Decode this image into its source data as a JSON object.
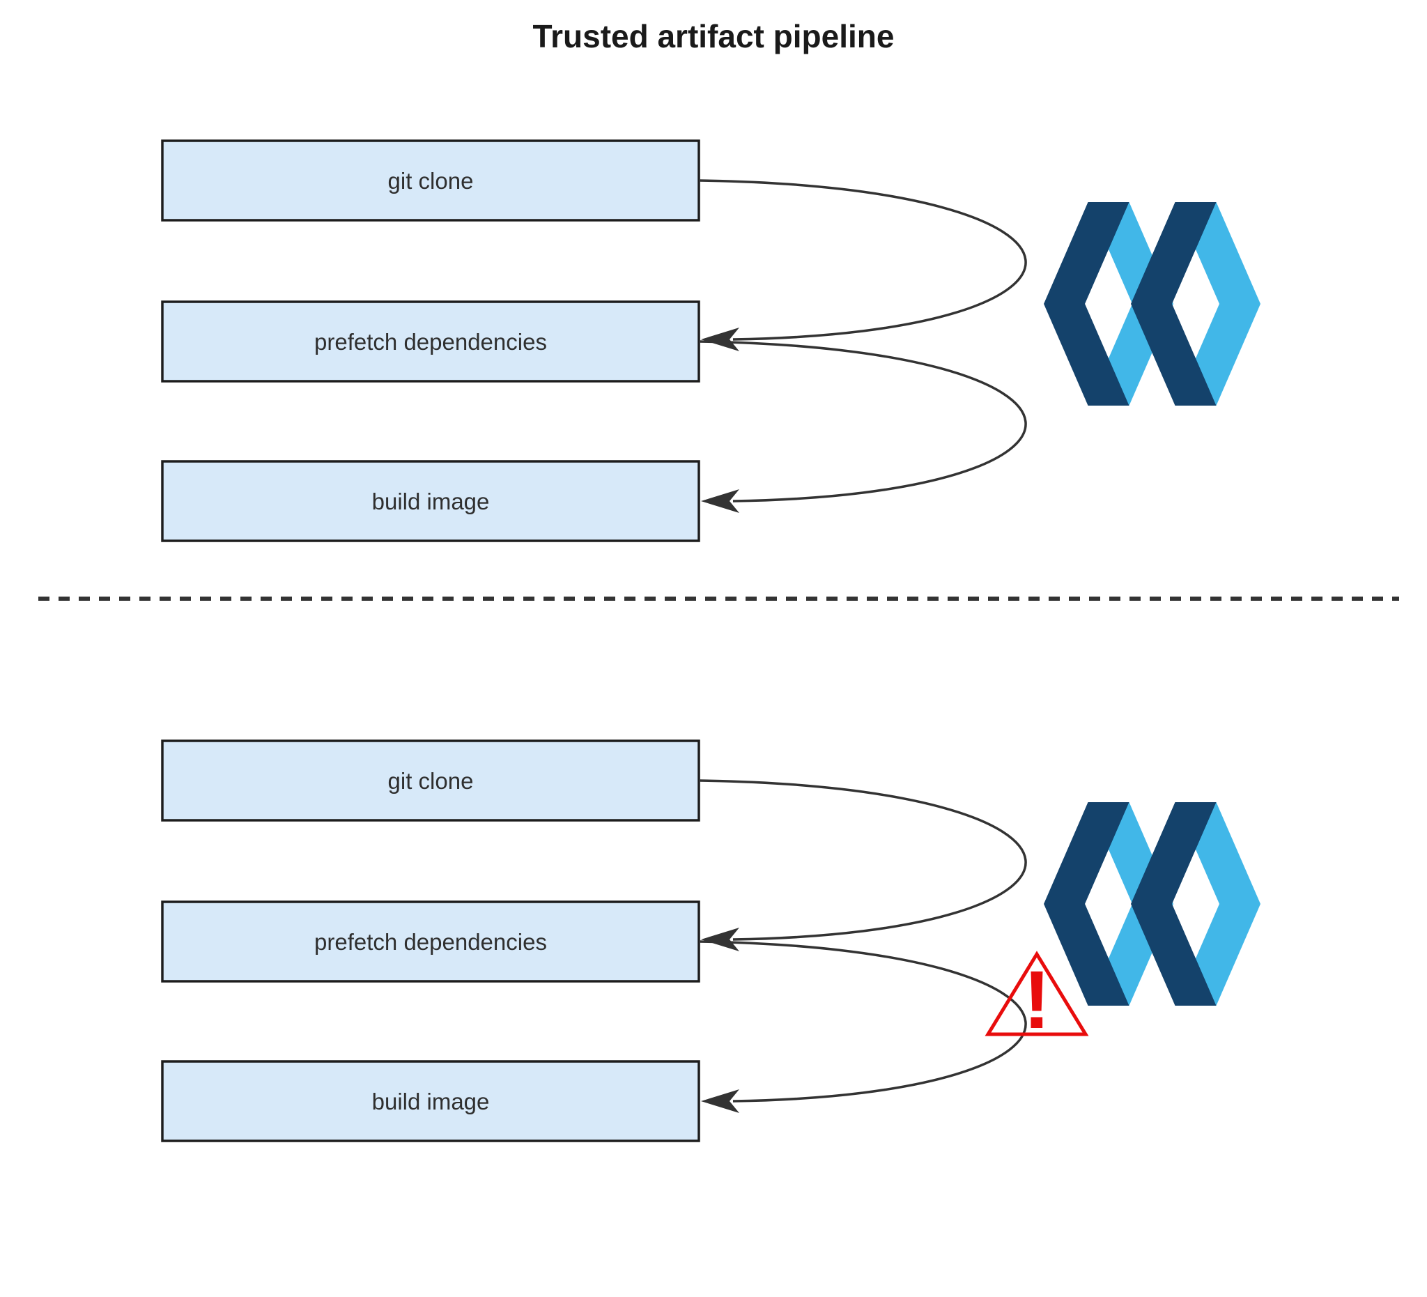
{
  "title": "Trusted artifact pipeline",
  "colors": {
    "box_fill": "#d7e9f9",
    "box_border": "#1d1d1d",
    "label_color": "#2f2f2f",
    "title_color": "#1a1a1a",
    "arrow": "#333333",
    "logo_navy": "#14426b",
    "logo_blue": "#41b7e8",
    "warning_red": "#e80c0c"
  },
  "icons": {
    "logo": "interlocked-diamonds-logo",
    "warning": "warning-triangle-icon"
  },
  "sections": [
    {
      "id": "trusted-pipeline",
      "boxes": [
        {
          "label": "git clone"
        },
        {
          "label": "prefetch dependencies"
        },
        {
          "label": "build image"
        }
      ]
    },
    {
      "id": "compromised-pipeline",
      "boxes": [
        {
          "label": "git clone"
        },
        {
          "label": "prefetch dependencies"
        },
        {
          "label": "build image"
        }
      ],
      "warning": {
        "symbol": "!"
      }
    }
  ]
}
